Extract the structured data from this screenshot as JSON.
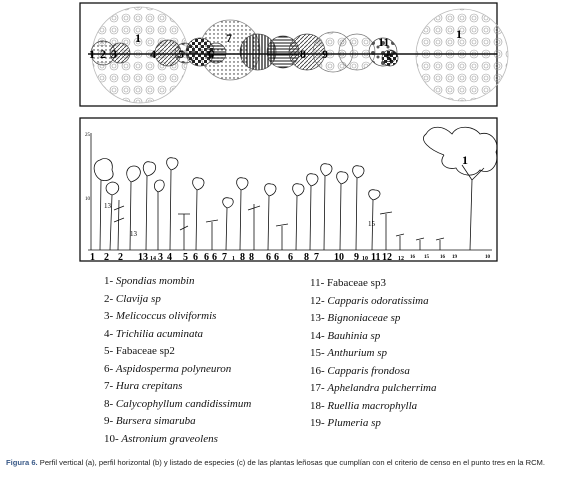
{
  "horizontal_profile": {
    "labels": [
      "1",
      "2",
      "3",
      "1",
      "4",
      "5",
      "6",
      "7",
      "8",
      "9",
      "11",
      "5",
      "1"
    ]
  },
  "vertical_profile": {
    "y_axis_top": "25",
    "y_axis_mid": "10",
    "crown_labels": [
      "13",
      "13",
      "15",
      "1"
    ],
    "base_labels": [
      "1",
      "2",
      "2",
      "13",
      "14",
      "3",
      "4",
      "5",
      "6",
      "6",
      "6",
      "7",
      "1",
      "8",
      "8",
      "6",
      "6",
      "6",
      "8",
      "7",
      "10",
      "9",
      "10",
      "11",
      "12",
      "12",
      "16",
      "15",
      "16",
      "19",
      "10"
    ]
  },
  "species_left": [
    {
      "num": "1-",
      "name": "Spondias mombin",
      "italic": true
    },
    {
      "num": "2-",
      "name": "Clavija sp",
      "italic": true
    },
    {
      "num": "3-",
      "name": "Melicoccus oliviformis",
      "italic": true
    },
    {
      "num": "4-",
      "name": "Trichilia acuminata",
      "italic": true
    },
    {
      "num": "5-",
      "name": "Fabaceae  sp2",
      "italic": false
    },
    {
      "num": "6-",
      "name": "Aspidosperma polyneuron",
      "italic": true
    },
    {
      "num": "7-",
      "name": "Hura crepitans",
      "italic": true
    },
    {
      "num": "8-",
      "name": "Calycophyllum candidissimum",
      "italic": true
    },
    {
      "num": "9-",
      "name": "Bursera simaruba",
      "italic": true
    },
    {
      "num": "10-",
      "name": "Astronium graveolens",
      "italic": true
    }
  ],
  "species_right": [
    {
      "num": "11-",
      "name": "Fabaceae sp3",
      "italic": false
    },
    {
      "num": "12-",
      "name": "Capparis odoratissima",
      "italic": true
    },
    {
      "num": "13-",
      "name": "Bignoniaceae sp",
      "italic": true
    },
    {
      "num": "14-",
      "name": "Bauhinia sp",
      "italic": true
    },
    {
      "num": "15-",
      "name": "Anthurium sp",
      "italic": true
    },
    {
      "num": "16-",
      "name": "Capparis frondosa",
      "italic": true
    },
    {
      "num": "17-",
      "name": "Aphelandra pulcherrima",
      "italic": true
    },
    {
      "num": "18-",
      "name": "Ruellia  macrophylla",
      "italic": true
    },
    {
      "num": "19-",
      "name": "Plumeria sp",
      "italic": true
    }
  ],
  "caption": {
    "label": "Figura 6.",
    "text": " Perfil vertical (a), perfil horizontal (b) y listado de especies (c) de las plantas leñosas que cumplían con el criterio de censo en el punto tres en la RCM."
  }
}
